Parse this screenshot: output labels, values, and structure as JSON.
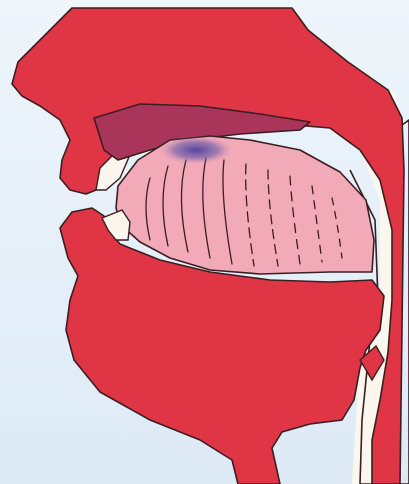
{
  "diagram": {
    "type": "sagittal-section-oral-cavity",
    "parts": [
      {
        "name": "upper-lip-and-nose"
      },
      {
        "name": "hard-palate"
      },
      {
        "name": "tongue"
      },
      {
        "name": "contact-point"
      },
      {
        "name": "lower-lip-and-jaw"
      },
      {
        "name": "pharynx"
      }
    ]
  },
  "colors": {
    "background_top": "#eef5fb",
    "background_bottom": "#ddeaf6",
    "flesh": "#e03545",
    "palate": "#a9365a",
    "tongue": "#f2aab8",
    "tongue_light": "#f6c2cc",
    "cavity": "#fbf7ee",
    "contact": "#6a5aa8",
    "outline": "#3a1e22"
  }
}
